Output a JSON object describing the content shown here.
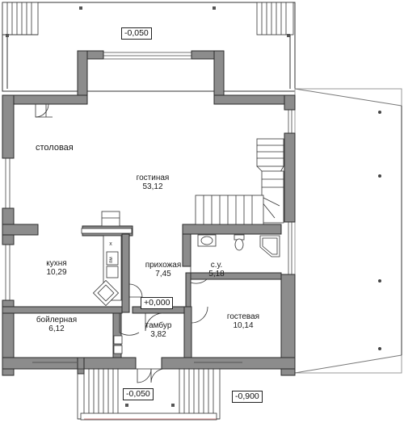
{
  "rooms": {
    "dining": {
      "name": "столовая"
    },
    "living": {
      "name": "гостиная",
      "area": "53,12"
    },
    "kitchen": {
      "name": "кухня",
      "area": "10,29"
    },
    "hall": {
      "name": "прихожая",
      "area": "7,45"
    },
    "wc": {
      "name": "с.у.",
      "area": "5,18"
    },
    "boiler": {
      "name": "бойлерная",
      "area": "6,12"
    },
    "vestibule": {
      "name": "тамбур",
      "area": "3,82"
    },
    "guest": {
      "name": "гостевая",
      "area": "10,14"
    }
  },
  "levels": {
    "top_terrace": "-0,050",
    "entrance": "+0,000",
    "bottom_porch": "-0,050",
    "ground": "-0,900"
  },
  "appliance_marks": {
    "cell_x": "x",
    "cell_pm": "пм"
  },
  "colors": {
    "wall": "#8c8c8c",
    "wall_edge": "#2a2a2a",
    "line": "#333333",
    "canopy": "#9a9a9a"
  }
}
